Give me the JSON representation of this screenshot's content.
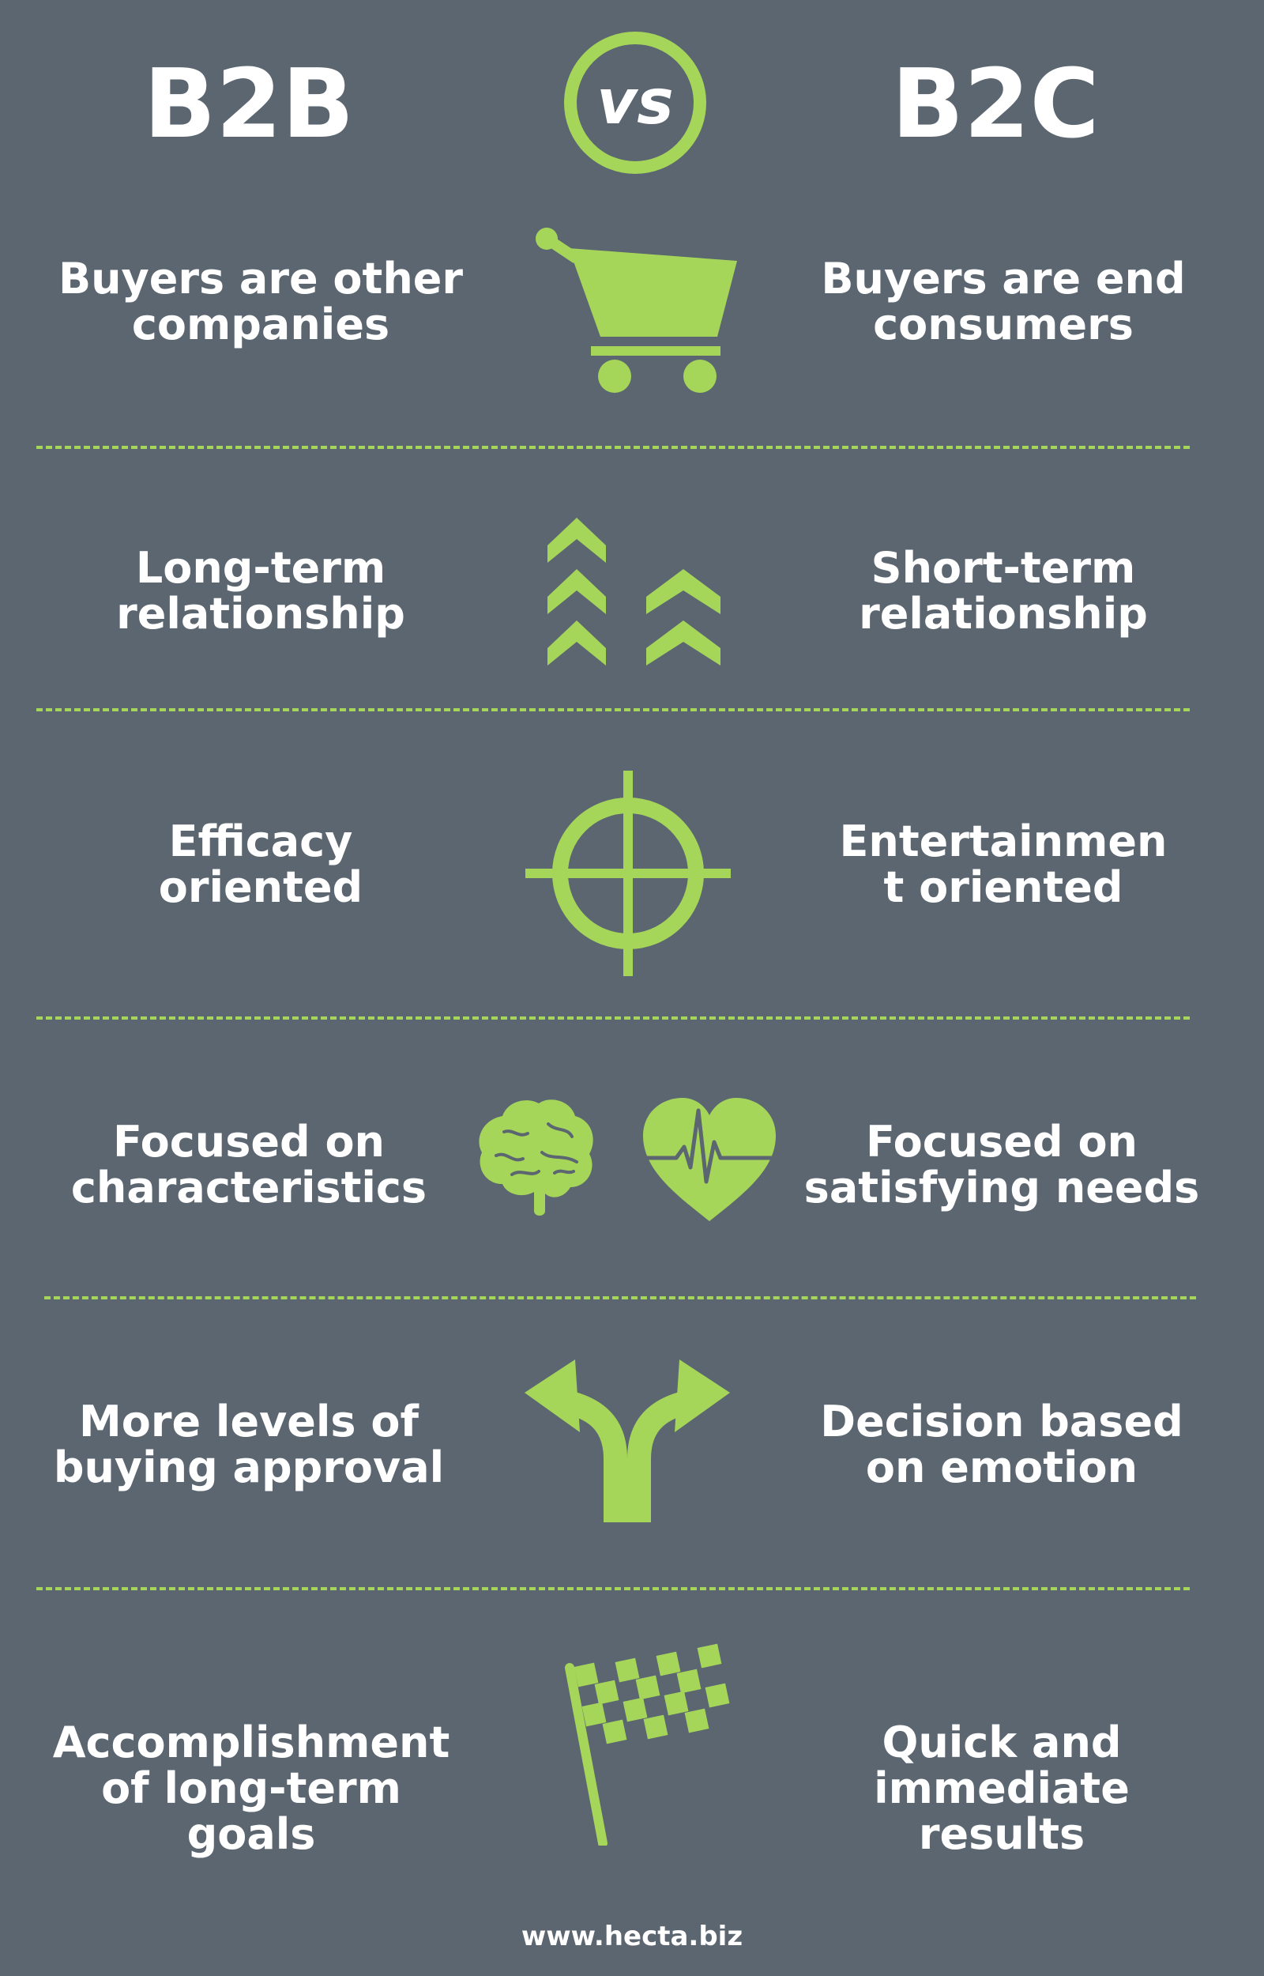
{
  "header": {
    "left_title": "B2B",
    "vs_label": "vs",
    "right_title": "B2C"
  },
  "rows": [
    {
      "b2b": [
        "Buyers are other",
        "companies"
      ],
      "icon": "shopping-cart-icon",
      "b2c": [
        "Buyers are end",
        "consumers"
      ]
    },
    {
      "b2b": [
        "Long-term",
        "relationship"
      ],
      "icon": "chevrons-up-icon",
      "b2c": [
        "Short-term",
        "relationship"
      ]
    },
    {
      "b2b": [
        "Efficacy",
        "oriented"
      ],
      "icon": "crosshair-target-icon",
      "b2c": [
        "Entertainmen",
        "t oriented"
      ]
    },
    {
      "b2b": [
        "Focused on",
        "characteristics"
      ],
      "icon": "brain-and-heart-icon",
      "b2c": [
        "Focused on",
        "satisfying needs"
      ]
    },
    {
      "b2b": [
        "More levels of",
        "buying approval"
      ],
      "icon": "split-arrow-icon",
      "b2c": [
        "Decision based",
        "on emotion"
      ]
    },
    {
      "b2b": [
        "Accomplishment",
        "of long-term goals"
      ],
      "icon": "checkered-flag-icon",
      "b2c": [
        "Quick and",
        "immediate results"
      ]
    }
  ],
  "footer": {
    "url": "www.hecta.biz"
  },
  "colors": {
    "background": "#5b6670",
    "accent": "#a5d65a",
    "text": "#ffffff"
  }
}
